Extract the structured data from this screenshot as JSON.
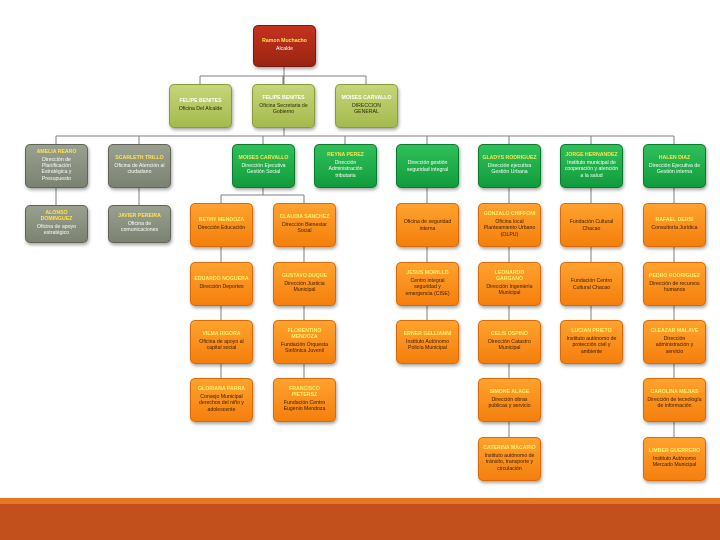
{
  "colors": {
    "red": "#b22a17",
    "olive": "#b3c55e",
    "green": "#1aa846",
    "gray": "#868b7b",
    "orange": "#f98f1d",
    "connector": "#7f7f7f",
    "footer_orange": "#e87722",
    "footer_rust": "#c1501c"
  },
  "top": {
    "name": "Ramon Muchacho",
    "role": "Alcalde"
  },
  "staff": [
    {
      "name": "FELIPE BENITES",
      "role": "Oficina Del Alcalde"
    },
    {
      "name": "FELIPE BENITES",
      "role": "Oficina Secretaria de Gobierno"
    },
    {
      "name": "MOISES CARVALLO",
      "role": "DIRECCION GENERAL"
    }
  ],
  "columns": [
    {
      "head": {
        "name": "AMELIA REARO",
        "role": "Dirección de Planificación Estratégica y Presupuesto"
      },
      "children": [
        {
          "name": "ALONSO DOMINGUEZ",
          "role": "Oficina de apoyo estratégico"
        }
      ]
    },
    {
      "head": {
        "name": "SCARLETH TRILLO",
        "role": "Oficina de Atención al ciudadano"
      },
      "children": [
        {
          "name": "JAVIER PEREIRA",
          "role": "Oficina de comunicaciones"
        }
      ]
    },
    {
      "head": {
        "name": "MOISES CARVALLO",
        "role": "Dirección Ejecutiva Gestión Social"
      },
      "children": [
        {
          "name": "BETHY MENDOZA",
          "role": "Dirección Educación"
        },
        {
          "name": "EDUARDO NOGUERA",
          "role": "Dirección Deportes"
        },
        {
          "name": "VILMA RIGORA",
          "role": "Oficina de apoyo al capital social"
        },
        {
          "name": "GLORIANA PARRA",
          "role": "Consejo Municipal derechos del niño y adolescente"
        },
        {
          "name": "CLAUDIA SANCHEZ",
          "role": "Dirección Bienestar Social"
        },
        {
          "name": "GUSTAVO DUQUE",
          "role": "Dirección Justicia Municipal"
        },
        {
          "name": "FLORENTINO MENDOZA",
          "role": "Fundación Orquesta Sinfónica Juvenil"
        },
        {
          "name": "FRANCISCO PIETERSZ",
          "role": "Fundación Centro Eugenio Mendoza"
        }
      ]
    },
    {
      "head": {
        "name": "REYNA PEREZ",
        "role": "Dirección Administración tributaria"
      },
      "children": []
    },
    {
      "head": {
        "name": "",
        "role": "Dirección gestión seguridad integral"
      },
      "children": [
        {
          "name": "",
          "role": "Oficina de seguridad interna"
        },
        {
          "name": "JESUS MORILLO",
          "role": "Centro integral seguridad y emergencia (CISE)"
        },
        {
          "name": "ERNER GELLIANNI",
          "role": "Instituto Autónomo Policía Municipal"
        }
      ]
    },
    {
      "head": {
        "name": "GLADYS RODRIGUEZ",
        "role": "Dirección ejecutiva Gestión Urbana"
      },
      "children": [
        {
          "name": "GONZALO CHIFFONI",
          "role": "Oficina local Planteamiento Urbano (OLPU)"
        },
        {
          "name": "LEONARDO GARGANO",
          "role": "Dirección Ingeniería Municipal"
        },
        {
          "name": "CELIS OSPINO",
          "role": "Dirección Catastro Municipal"
        },
        {
          "name": "SIMONE ALAGE",
          "role": "Dirección obras publicas y servicio"
        },
        {
          "name": "CATERINA MACARIO",
          "role": "Instituto autónomo de tránsito, transporte y circulación"
        }
      ]
    },
    {
      "head": {
        "name": "JORGE HERNANDEZ",
        "role": "Instituto municipal de cooperación y atención a la salud"
      },
      "children": [
        {
          "name": "",
          "role": "Fundación Cultural Chacao"
        },
        {
          "name": "",
          "role": "Fundación Centro Cultural Chacao"
        },
        {
          "name": "LUCIAN PRIETO",
          "role": "Instituto autónomo de protección civil y ambiente"
        }
      ]
    },
    {
      "head": {
        "name": "HALEN DIAZ",
        "role": "Dirección Ejecutiva de Gestión interna"
      },
      "children": [
        {
          "name": "RAFAEL DERSI",
          "role": "Consultoría Jurídica"
        },
        {
          "name": "PEDRO RODRIGUEZ",
          "role": "Dirección de recursos humanos"
        },
        {
          "name": "CLEAZAR MALAVE",
          "role": "Dirección administración y servicio"
        },
        {
          "name": "CAROLINA MEJIAS",
          "role": "Dirección de tecnología de información"
        },
        {
          "name": "LIMBER GUERRERO",
          "role": "Instituto Autónomo Mercado Municipal"
        }
      ]
    }
  ]
}
